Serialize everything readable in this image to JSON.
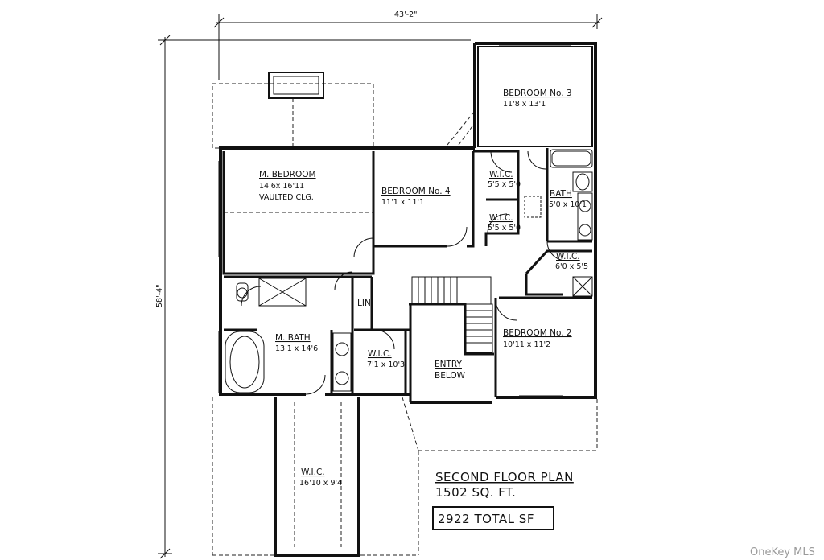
{
  "dimensions": {
    "width": "43'-2\"",
    "depth": "58'-4\""
  },
  "rooms": {
    "bedroom3": {
      "name": "BEDROOM No. 3",
      "size": "11'8 x 13'1"
    },
    "mbedroom": {
      "name": "M. BEDROOM",
      "size": "14'6x 16'11",
      "note": "VAULTED CLG."
    },
    "bedroom4": {
      "name": "BEDROOM No. 4",
      "size": "11'1 x 11'1"
    },
    "wic1": {
      "name": "W.I.C.",
      "size": "5'5 x 5'0"
    },
    "wic2": {
      "name": "W.I.C.",
      "size": "5'5 x 5'0"
    },
    "bath": {
      "name": "BATH",
      "size": "5'0 x 10'1"
    },
    "wic3": {
      "name": "W.I.C.",
      "size": "6'0 x 5'5"
    },
    "lin": {
      "name": "LIN"
    },
    "mbath": {
      "name": "M. BATH",
      "size": "13'1 x 14'6"
    },
    "wic4": {
      "name": "W.I.C.",
      "size": "7'1 x 10'3"
    },
    "entry": {
      "name": "ENTRY",
      "note": "BELOW"
    },
    "bedroom2": {
      "name": "BEDROOM No. 2",
      "size": "10'11 x 11'2"
    },
    "wic5": {
      "name": "W.I.C.",
      "size": "16'10 x 9'4"
    }
  },
  "title": {
    "line1": "SECOND FLOOR PLAN",
    "line2": "1502 SQ. FT.",
    "total": "2922 TOTAL SF"
  },
  "watermark": "OneKey MLS"
}
